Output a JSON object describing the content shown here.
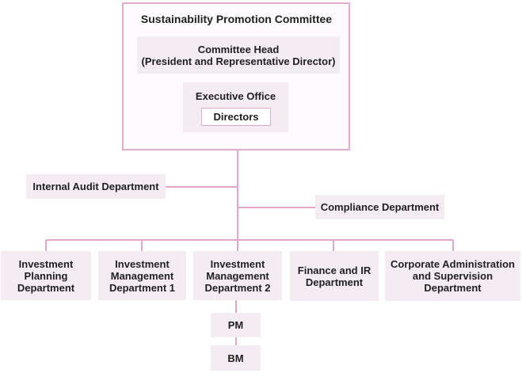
{
  "committee": {
    "title": "Sustainability Promotion Committee",
    "head": "Committee Head\n(President and Representative Director)",
    "executive_office": "Executive Office",
    "directors": "Directors"
  },
  "side_units": {
    "internal_audit": "Internal Audit Department",
    "compliance": "Compliance Department"
  },
  "departments": [
    "Investment\nPlanning\nDepartment",
    "Investment\nManagement\nDepartment 1",
    "Investment\nManagement\nDepartment 2",
    "Finance and IR\nDepartment",
    "Corporate Administration\nand Supervision\nDepartment"
  ],
  "sub_units": [
    "PM",
    "BM"
  ],
  "colors": {
    "connector": "#e3a6cb",
    "box_fill": "#f3edf3",
    "outline": "#e6aacd"
  }
}
